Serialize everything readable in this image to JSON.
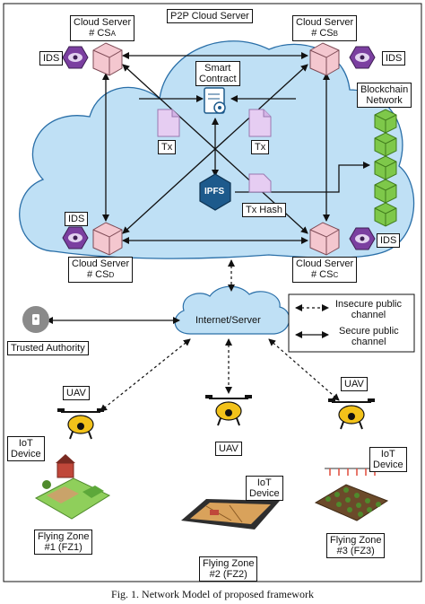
{
  "title": "P2P Cloud Server",
  "servers": {
    "a": {
      "line1": "Cloud Server",
      "line2": "# CS",
      "sub": "A"
    },
    "b": {
      "line1": "Cloud Server",
      "line2": "# CS",
      "sub": "B"
    },
    "c": {
      "line1": "Cloud Server",
      "line2": "# CS",
      "sub": "C"
    },
    "d": {
      "line1": "Cloud Server",
      "line2": "# CS",
      "sub": "D"
    }
  },
  "ids_label": "IDS",
  "smart_contract": [
    "Smart",
    "Contract"
  ],
  "blockchain": [
    "Blockchain",
    "Network"
  ],
  "tx_label": "Tx",
  "ipfs_label": "IPFS",
  "tx_hash_label": "Tx Hash",
  "internet_label": "Internet/Server",
  "trusted_authority": "Trusted Authority",
  "legend": {
    "insecure": [
      "Insecure public",
      "channel"
    ],
    "secure": [
      "Secure public",
      "channel"
    ]
  },
  "uav_label": "UAV",
  "iot_device": [
    "IoT",
    "Device"
  ],
  "zones": [
    {
      "line1": "Flying Zone",
      "line2": "#1 (FZ1)"
    },
    {
      "line1": "Flying Zone",
      "line2": "#2 (FZ2)"
    },
    {
      "line1": "Flying Zone",
      "line2": "#3 (FZ3)"
    }
  ],
  "caption": "Fig. 1. Network Model of proposed framework",
  "colors": {
    "cloud": "#bfe0f5",
    "cloud_stroke": "#2a6fa8",
    "ids": "#7b3fa0",
    "server": "#f4c7cf",
    "ipfs": "#1d5a8c",
    "blockchain": "#7ec84a",
    "drone": "#f2c21a"
  }
}
